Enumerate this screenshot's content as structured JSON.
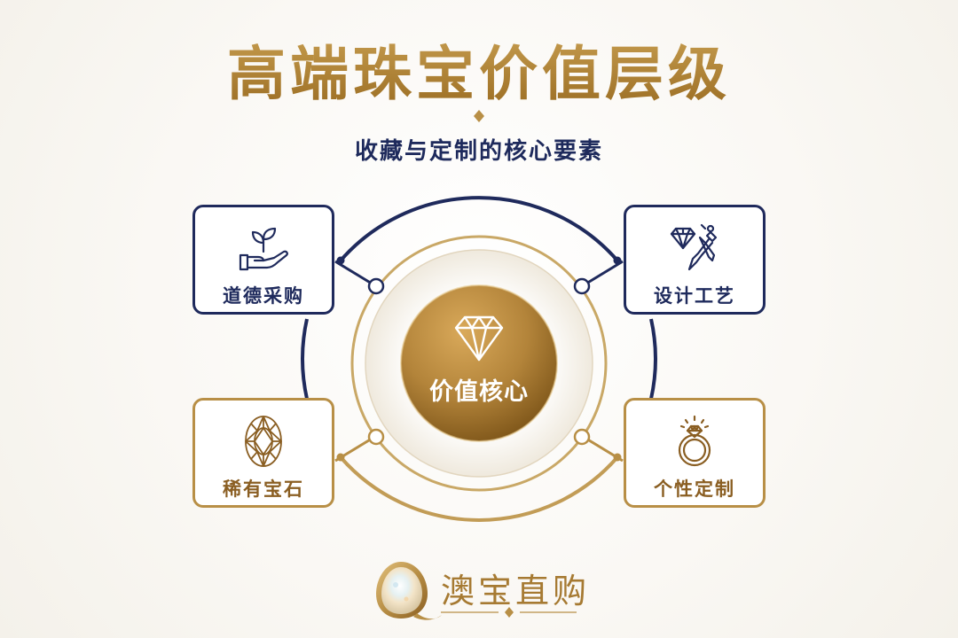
{
  "header": {
    "title": "高端珠宝价值层级",
    "subtitle": "收藏与定制的核心要素"
  },
  "center": {
    "label": "价值核心",
    "icon": "diamond-icon"
  },
  "nodes": [
    {
      "label": "道德采购",
      "icon": "hand-sprout-icon",
      "color": "#1f2a5c"
    },
    {
      "label": "设计工艺",
      "icon": "diamond-tools-icon",
      "color": "#1f2a5c"
    },
    {
      "label": "稀有宝石",
      "icon": "oval-gem-icon",
      "color": "#b88f46"
    },
    {
      "label": "个性定制",
      "icon": "ring-icon",
      "color": "#b88f46"
    }
  ],
  "brand": {
    "name": "澳宝直购",
    "icon": "opal-logo"
  },
  "colors": {
    "navy": "#1f2a5c",
    "gold": "#b88f46",
    "gold_dark": "#8a5e22",
    "background": "#f9f7f3"
  }
}
